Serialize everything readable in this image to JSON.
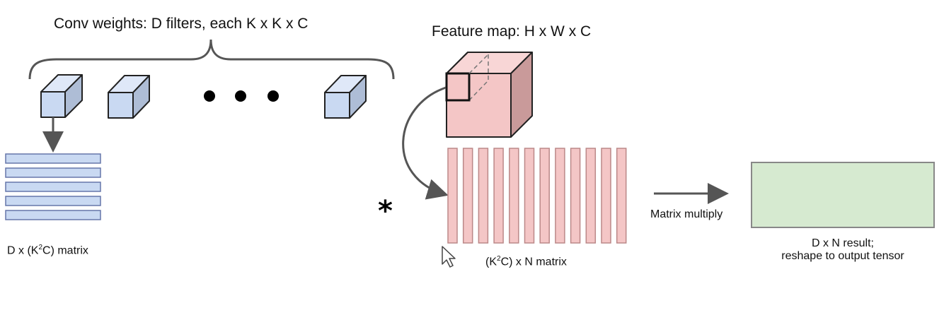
{
  "conv_weights": {
    "title": "Conv weights: D filters, each K x K x C",
    "weights_matrix_label": {
      "pre": "D x (K",
      "sup": "2",
      "post": "C) matrix"
    }
  },
  "feature_map": {
    "title": "Feature map: H x W x C",
    "matrix_label": {
      "pre": "(K",
      "sup": "2",
      "post": "C) x N matrix"
    }
  },
  "operation": {
    "symbol": "*",
    "label": "Matrix multiply"
  },
  "result": {
    "line1": "D x N result;",
    "line2": "reshape to output tensor"
  },
  "colors": {
    "filter_fill": "#c9d9f2",
    "filter_stroke": "#222222",
    "feature_fill": "#f4c6c6",
    "feature_side": "#c99a9a",
    "result_fill": "#d6ead0",
    "result_stroke": "#888888",
    "arrow": "#555555"
  }
}
